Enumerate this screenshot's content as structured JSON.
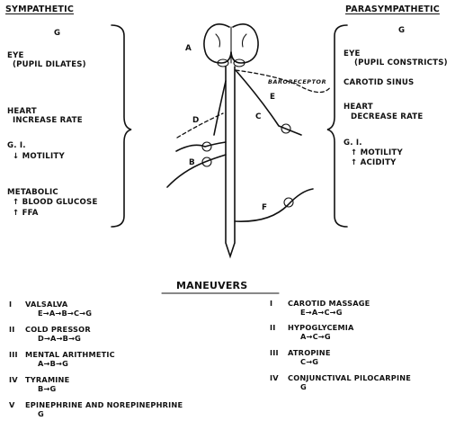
{
  "sympathetic": {
    "title": "SYMPATHETIC",
    "g": "G",
    "eye": "EYE",
    "eye_effect": "(PUPIL DILATES)",
    "heart": "HEART",
    "heart_effect": "INCREASE RATE",
    "gi": "G. I.",
    "gi_effect": "↓ MOTILITY",
    "metabolic": "METABOLIC",
    "metabolic_effect_1": "↑ BLOOD GLUCOSE",
    "metabolic_effect_2": "↑ FFA"
  },
  "parasympathetic": {
    "title": "PARASYMPATHETIC",
    "g": "G",
    "eye": "EYE",
    "eye_effect": "(PUPIL CONSTRICTS)",
    "carotid": "CAROTID SINUS",
    "heart": "HEART",
    "heart_effect": "DECREASE RATE",
    "gi": "G. I.",
    "gi_effect_1": "↑ MOTILITY",
    "gi_effect_2": "↑ ACIDITY"
  },
  "diagram": {
    "label_a": "A",
    "label_b": "B",
    "label_c": "C",
    "label_d": "D",
    "label_e": "E",
    "label_f": "F",
    "baroreceptor": "BARORECEPTOR"
  },
  "maneuvers": {
    "title": "MANEUVERS",
    "left": [
      {
        "numeral": "I",
        "name": "VALSALVA",
        "path": "E→A→B→C→G"
      },
      {
        "numeral": "II",
        "name": "COLD PRESSOR",
        "path": "D→A→B→G"
      },
      {
        "numeral": "III",
        "name": "MENTAL ARITHMETIC",
        "path": "A→B→G"
      },
      {
        "numeral": "IV",
        "name": "TYRAMINE",
        "path": "B→G"
      },
      {
        "numeral": "V",
        "name": "EPINEPHRINE AND NOREPINEPHRINE",
        "path": "G"
      }
    ],
    "right": [
      {
        "numeral": "I",
        "name": "CAROTID MASSAGE",
        "path": "E→A→C→G"
      },
      {
        "numeral": "II",
        "name": "HYPOGLYCEMIA",
        "path": "A→C→G"
      },
      {
        "numeral": "III",
        "name": "ATROPINE",
        "path": "C→G"
      },
      {
        "numeral": "IV",
        "name": "CONJUNCTIVAL PILOCARPINE",
        "path": "G"
      }
    ]
  }
}
